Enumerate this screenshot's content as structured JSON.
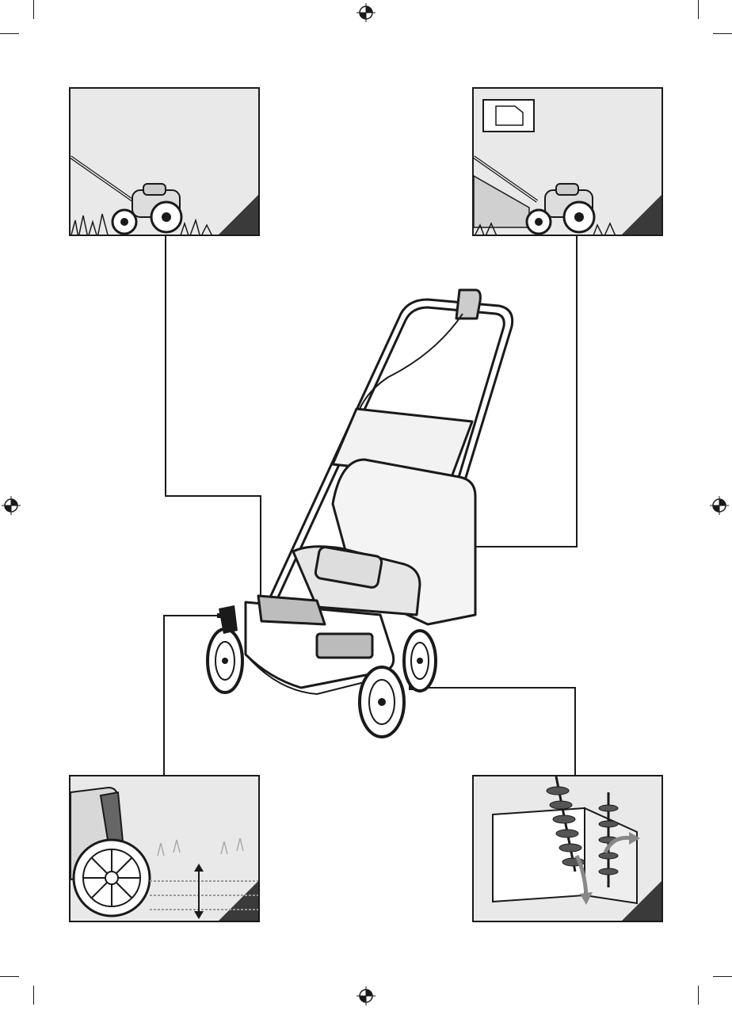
{
  "page": {
    "footer_text": "",
    "colors": {
      "ink": "#1a1a1a",
      "panel_background": "#e9e9e9",
      "corner_wedge": "#3a3a3a"
    }
  },
  "panels": [
    {
      "id": "mowing-position",
      "icon": "lawn-scarifier-walking-icon"
    },
    {
      "id": "grass-collector",
      "icon": "collector-bag-attached-icon",
      "inset_icon": "bag-outline-icon"
    },
    {
      "id": "height-adjustment",
      "icon": "wheel-height-lever-icon"
    },
    {
      "id": "blade-roller",
      "icon": "tine-roller-rotation-icon"
    }
  ],
  "product": {
    "icon": "lawn-scarifier-illustration"
  },
  "registration_marks": [
    "top-center",
    "left-middle",
    "right-middle",
    "bottom-center"
  ]
}
